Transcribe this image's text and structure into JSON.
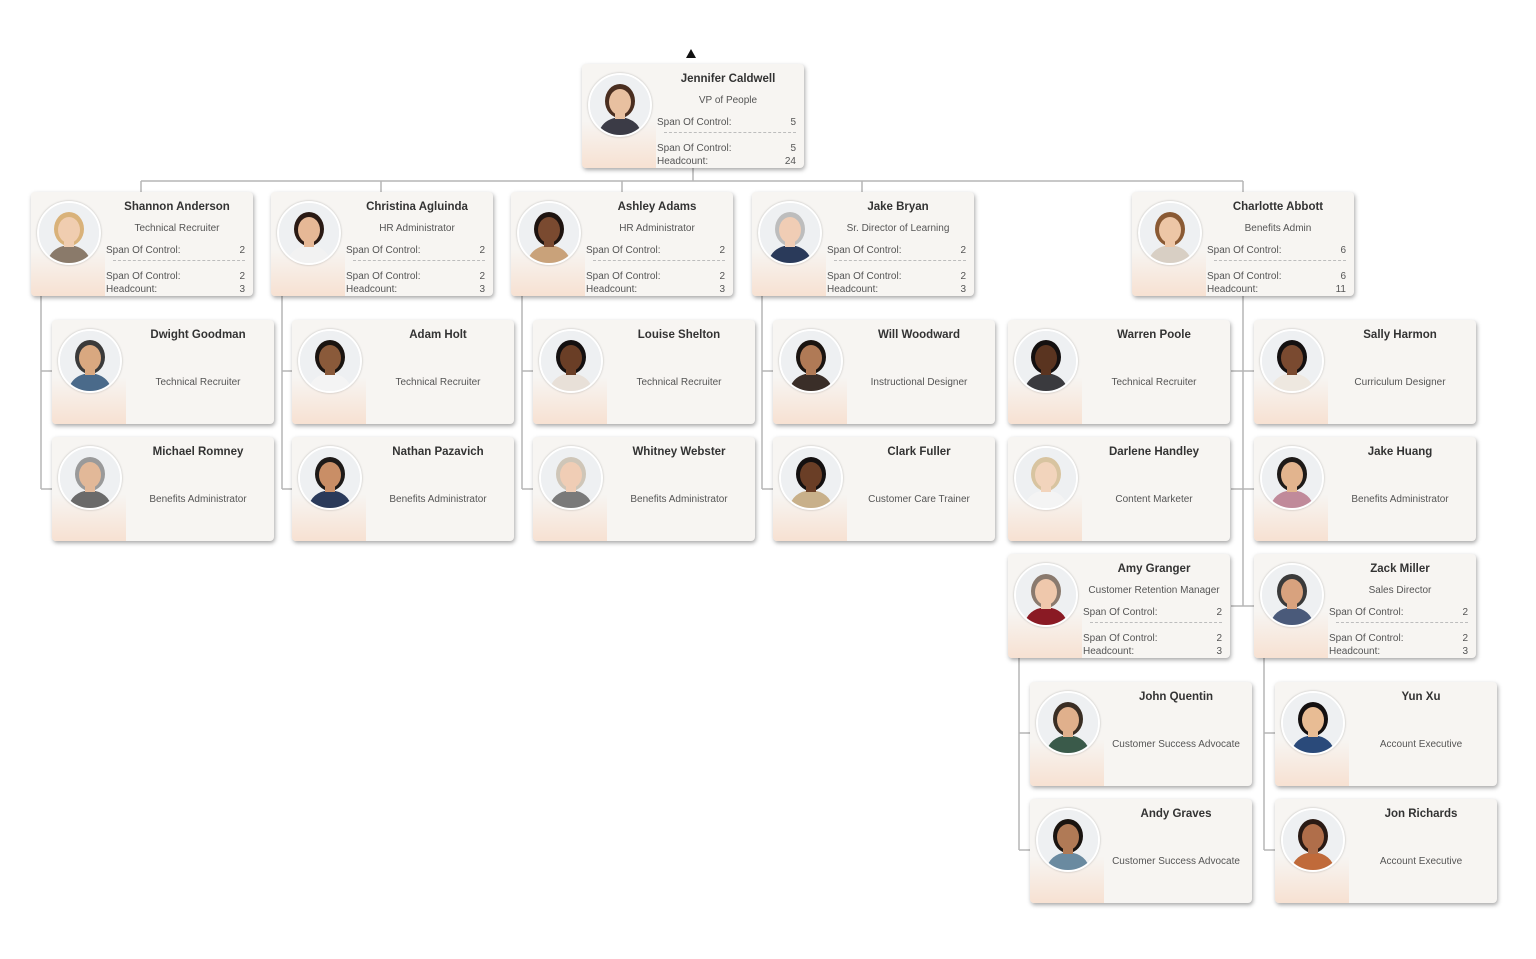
{
  "colors": {
    "card_bg": "#f7f5f2",
    "photo_accent": "#f7e1d2",
    "connector": "#b5b5b5"
  },
  "labels": {
    "span": "Span Of Control:",
    "headcount": "Headcount:"
  },
  "collapse_icon": "triangle-up-icon",
  "cards": [
    {
      "id": "jennifer",
      "name": "Jennifer Caldwell",
      "title": "VP of People",
      "span": "5",
      "span2": "5",
      "headcount": "24",
      "type": "manager",
      "skin": "#e8c0a0",
      "hair": "#4a2e20",
      "shirt": "#3b3b46"
    },
    {
      "id": "shannon",
      "name": "Shannon Anderson",
      "title": "Technical Recruiter",
      "span": "2",
      "span2": "2",
      "headcount": "3",
      "type": "manager",
      "skin": "#f0cdb0",
      "hair": "#d9b27a",
      "shirt": "#8a7a6a"
    },
    {
      "id": "christina",
      "name": "Christina Agluinda",
      "title": "HR Administrator",
      "span": "2",
      "span2": "2",
      "headcount": "3",
      "type": "manager",
      "skin": "#e6b896",
      "hair": "#2a1a14",
      "shirt": "#f2f2f2"
    },
    {
      "id": "ashley",
      "name": "Ashley Adams",
      "title": "HR Administrator",
      "span": "2",
      "span2": "2",
      "headcount": "3",
      "type": "manager",
      "skin": "#7a4a30",
      "hair": "#1e1410",
      "shirt": "#c9a27a"
    },
    {
      "id": "jakebryan",
      "name": "Jake Bryan",
      "title": "Sr. Director of Learning",
      "span": "2",
      "span2": "2",
      "headcount": "3",
      "type": "manager",
      "skin": "#f0cdb5",
      "hair": "#bdbdbd",
      "shirt": "#2a3a5a"
    },
    {
      "id": "charlotte",
      "name": "Charlotte Abbott",
      "title": "Benefits Admin",
      "span": "6",
      "span2": "6",
      "headcount": "11",
      "type": "manager",
      "skin": "#edc6a6",
      "hair": "#8a5a34",
      "shirt": "#d8cfc4"
    },
    {
      "id": "dwight",
      "name": "Dwight Goodman",
      "title": "Technical Recruiter",
      "type": "simple",
      "skin": "#d9a880",
      "hair": "#3a3a3a",
      "shirt": "#4a6a8a"
    },
    {
      "id": "michael",
      "name": "Michael Romney",
      "title": "Benefits Administrator",
      "type": "simple",
      "skin": "#e2b898",
      "hair": "#9a9a9a",
      "shirt": "#6a6a6a"
    },
    {
      "id": "adam",
      "name": "Adam Holt",
      "title": "Technical Recruiter",
      "type": "simple",
      "skin": "#8a5a3a",
      "hair": "#1a1410",
      "shirt": "#f4f4f4"
    },
    {
      "id": "nathan",
      "name": "Nathan Pazavich",
      "title": "Benefits Administrator",
      "type": "simple",
      "skin": "#c98e66",
      "hair": "#1e1a18",
      "shirt": "#2a3a5a"
    },
    {
      "id": "louise",
      "name": "Louise Shelton",
      "title": "Technical Recruiter",
      "type": "simple",
      "skin": "#6a3e26",
      "hair": "#141010",
      "shirt": "#e8e0d8"
    },
    {
      "id": "whitney",
      "name": "Whitney Webster",
      "title": "Benefits Administrator",
      "type": "simple",
      "skin": "#f0cdb5",
      "hair": "#cfc6b8",
      "shirt": "#7a7a7a"
    },
    {
      "id": "will",
      "name": "Will Woodward",
      "title": "Instructional Designer",
      "type": "simple",
      "skin": "#b07a56",
      "hair": "#1a1410",
      "shirt": "#3a2e28"
    },
    {
      "id": "clark",
      "name": "Clark Fuller",
      "title": "Customer Care Trainer",
      "type": "simple",
      "skin": "#6a3e26",
      "hair": "#141010",
      "shirt": "#c8b08a"
    },
    {
      "id": "warren",
      "name": "Warren Poole",
      "title": "Technical Recruiter",
      "type": "simple",
      "skin": "#5a3420",
      "hair": "#141010",
      "shirt": "#3a3a3e"
    },
    {
      "id": "sally",
      "name": "Sally Harmon",
      "title": "Curriculum Designer",
      "type": "simple",
      "skin": "#7a4a30",
      "hair": "#141010",
      "shirt": "#eee8e0"
    },
    {
      "id": "darlene",
      "name": "Darlene Handley",
      "title": "Content Marketer",
      "type": "simple",
      "skin": "#f2d4bc",
      "hair": "#d8c4a0",
      "shirt": "#f4f4f4"
    },
    {
      "id": "jakehuang",
      "name": "Jake Huang",
      "title": "Benefits Administrator",
      "type": "simple",
      "skin": "#e2b48e",
      "hair": "#1e1a18",
      "shirt": "#c08a9a"
    },
    {
      "id": "amy",
      "name": "Amy Granger",
      "title": "Customer Retention Manager",
      "span": "2",
      "span2": "2",
      "headcount": "3",
      "type": "manager",
      "skin": "#efc8ac",
      "hair": "#8a7a6e",
      "shirt": "#8a1a24"
    },
    {
      "id": "zack",
      "name": "Zack Miller",
      "title": "Sales Director",
      "span": "2",
      "span2": "2",
      "headcount": "3",
      "type": "manager",
      "skin": "#d8a27e",
      "hair": "#3a3a3a",
      "shirt": "#4a5a7a"
    },
    {
      "id": "john",
      "name": "John Quentin",
      "title": "Customer Success Advocate",
      "type": "simple",
      "skin": "#e0b08c",
      "hair": "#3a2e24",
      "shirt": "#3a5a4a"
    },
    {
      "id": "andy",
      "name": "Andy Graves",
      "title": "Customer Success Advocate",
      "type": "simple",
      "skin": "#b07a56",
      "hair": "#1a1410",
      "shirt": "#6a8aa0"
    },
    {
      "id": "yun",
      "name": "Yun Xu",
      "title": "Account Executive",
      "type": "simple",
      "skin": "#e8bc94",
      "hair": "#141010",
      "shirt": "#2a4a7a"
    },
    {
      "id": "jon",
      "name": "Jon Richards",
      "title": "Account Executive",
      "type": "simple",
      "skin": "#b06e4a",
      "hair": "#2a1a14",
      "shirt": "#c06a3a"
    }
  ]
}
